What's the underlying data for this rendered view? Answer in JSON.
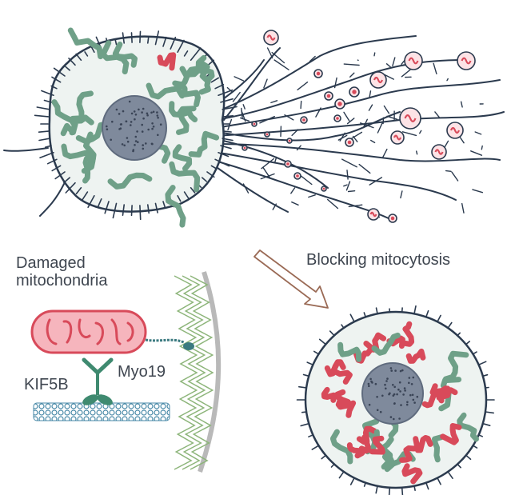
{
  "labels": {
    "damaged_mitochondria": "Damaged mitochondria",
    "blocking_mitocytosis": "Blocking mitocytosis",
    "myo19": "Myo19",
    "kif5b": "KIF5B"
  },
  "colors": {
    "outline": "#2b3a4e",
    "cytoplasm": "#eef3f1",
    "nucleus": "#7f8a9c",
    "healthy_mito": "#6fa088",
    "damaged_mito": "#d84a5a",
    "damaged_mito_fill": "#f6b5bd",
    "actin": "#8db57a",
    "microtubule": "#4a8aa8",
    "kinesin": "#3f8a70",
    "myosin": "#3b7a80",
    "membrane": "#b9b9b9",
    "arrow": "#9a6a55",
    "text": "#3f4650"
  },
  "icons": {
    "main_cell": "cell-with-retraction-fibers-icon",
    "blocked_cell": "cell-with-retained-mitochondria-icon",
    "arrow": "downward-arrow-icon",
    "motor_schematic": "motor-protein-schematic-icon"
  }
}
